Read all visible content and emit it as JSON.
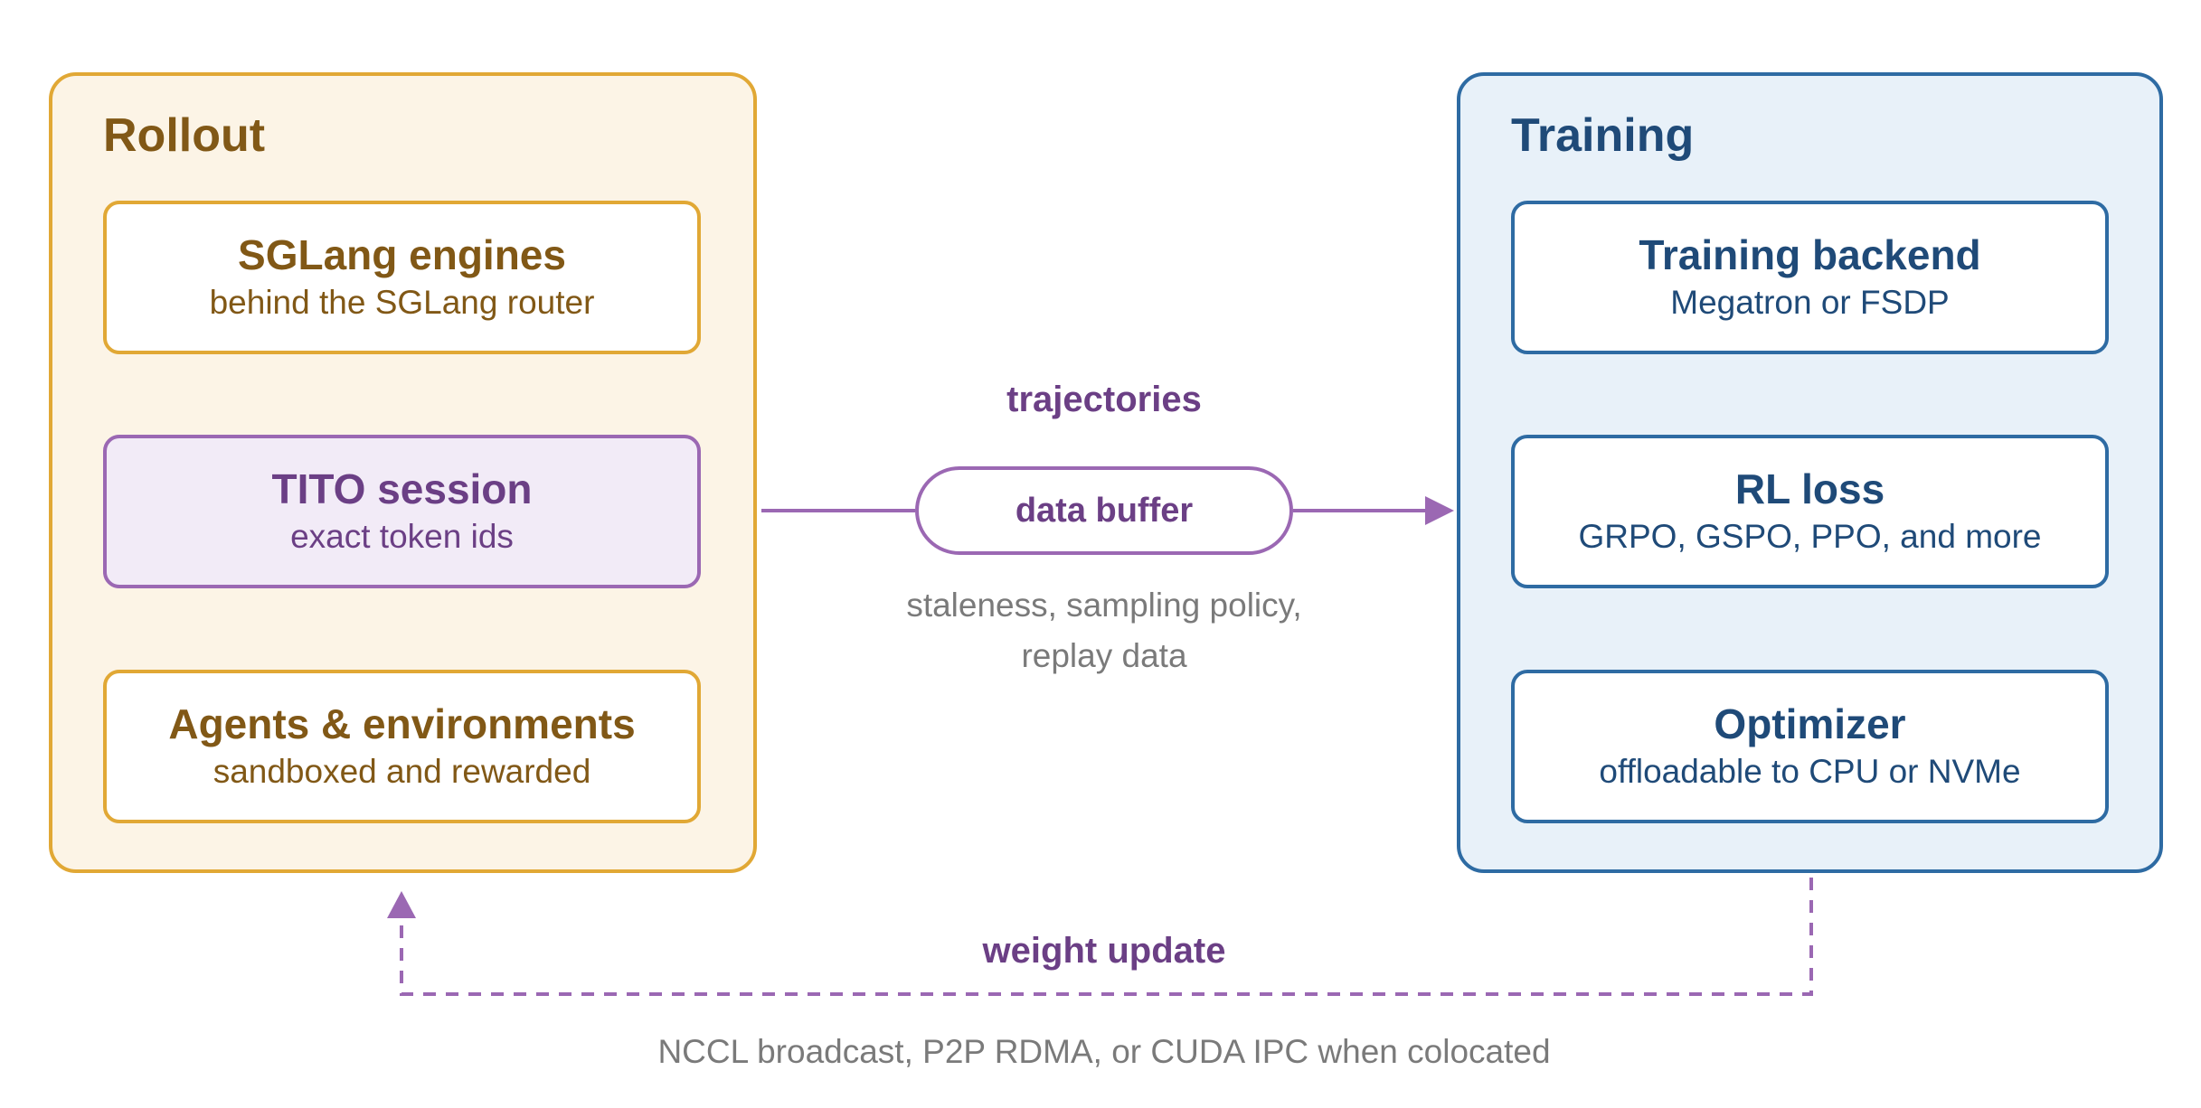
{
  "rollout": {
    "title": "Rollout",
    "boxes": [
      {
        "title": "SGLang engines",
        "subtitle": "behind the SGLang router"
      },
      {
        "title": "TITO session",
        "subtitle": "exact token ids"
      },
      {
        "title": "Agents & environments",
        "subtitle": "sandboxed and rewarded"
      }
    ]
  },
  "training": {
    "title": "Training",
    "boxes": [
      {
        "title": "Training backend",
        "subtitle": "Megatron or FSDP"
      },
      {
        "title": "RL loss",
        "subtitle": "GRPO, GSPO, PPO, and more"
      },
      {
        "title": "Optimizer",
        "subtitle": "offloadable to CPU or NVMe"
      }
    ]
  },
  "flow": {
    "trajectories_label": "trajectories",
    "buffer_label": "data buffer",
    "buffer_notes": [
      "staleness, sampling policy,",
      "replay data"
    ],
    "weight_update_label": "weight update",
    "weight_update_note": "NCCL broadcast, P2P RDMA, or CUDA IPC when colocated"
  },
  "colors": {
    "rollout_accent": "#e1a835",
    "rollout_text": "#815816",
    "training_accent": "#2e6ba3",
    "training_text": "#1f4a78",
    "flow_accent": "#9b68b3",
    "note_text": "#7a7a7a"
  }
}
